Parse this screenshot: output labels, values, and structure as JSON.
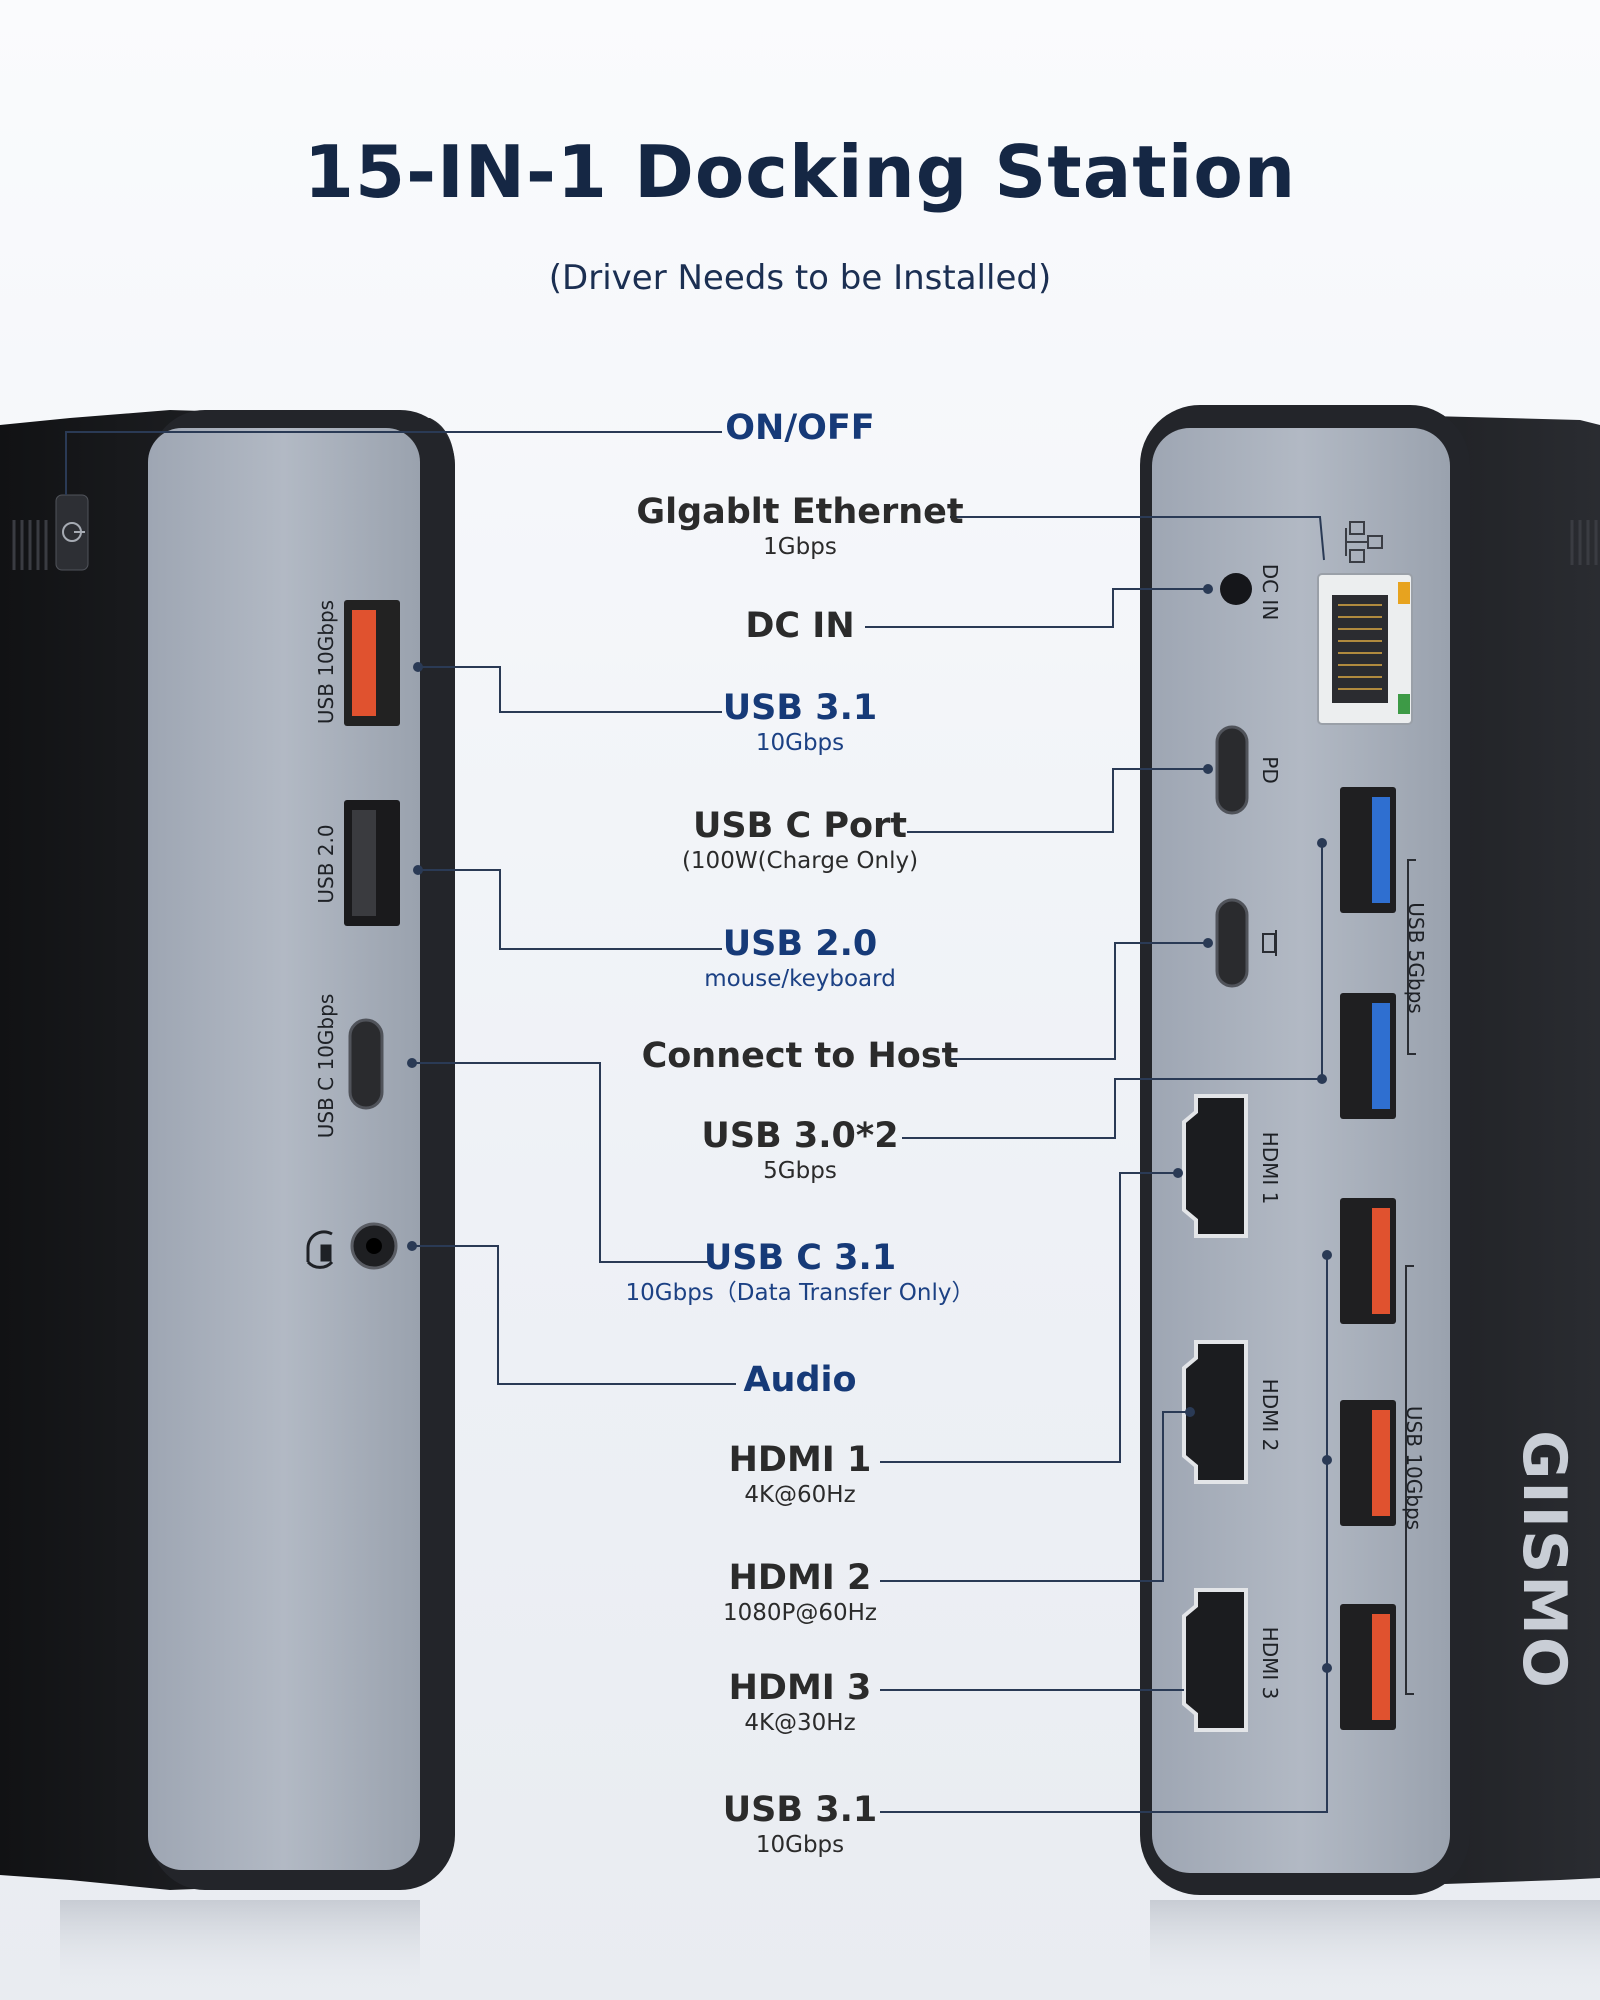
{
  "header": {
    "title": "15-IN-1 Docking Station",
    "subtitle": "(Driver Needs to be Installed)"
  },
  "colors": {
    "title": "#152744",
    "accent_blue": "#163a78",
    "label_dark": "#2b2b2b",
    "leader_line": "#2a3a55",
    "usb_10g_port": "#e0522f",
    "usb_5g_port": "#2f6fd0",
    "housing": "#1c1d20",
    "panel": "#a9b0bc"
  },
  "labels": {
    "on_off": {
      "main": "ON/OFF"
    },
    "gigabit_ethernet": {
      "main": "Glgablt Ethernet",
      "sub": "1Gbps"
    },
    "dc_in": {
      "main": "DC IN"
    },
    "usb31_left": {
      "main": "USB 3.1",
      "sub": "10Gbps"
    },
    "usb_c_port": {
      "main": "USB C Port",
      "sub": "(100W(Charge Only)"
    },
    "usb20": {
      "main": "USB 2.0",
      "sub": "mouse/keyboard"
    },
    "connect_host": {
      "main": "Connect to Host"
    },
    "usb30x2": {
      "main": "USB 3.0*2",
      "sub": "5Gbps"
    },
    "usbc31": {
      "main": "USB C 3.1",
      "sub": "10Gbps（Data Transfer Only）"
    },
    "audio": {
      "main": "Audio"
    },
    "hdmi1": {
      "main": "HDMI 1",
      "sub": "4K@60Hz"
    },
    "hdmi2": {
      "main": "HDMI 2",
      "sub": "1080P@60Hz"
    },
    "hdmi3": {
      "main": "HDMI 3",
      "sub": "4K@30Hz"
    },
    "usb31_right": {
      "main": "USB 3.1",
      "sub": "10Gbps"
    }
  },
  "device_left": {
    "port_texts": [
      "USB 10Gbps",
      "USB 2.0",
      "USB C 10Gbps"
    ]
  },
  "device_right": {
    "port_texts": [
      "DC IN",
      "PD",
      "USB 5Gbps",
      "HDMI 1",
      "HDMI 2",
      "HDMI 3",
      "USB 10Gbps"
    ],
    "brand": "GIISMO"
  },
  "icons": [
    "power-button-icon",
    "ethernet-network-icon",
    "laptop-icon",
    "headphone-icon"
  ]
}
